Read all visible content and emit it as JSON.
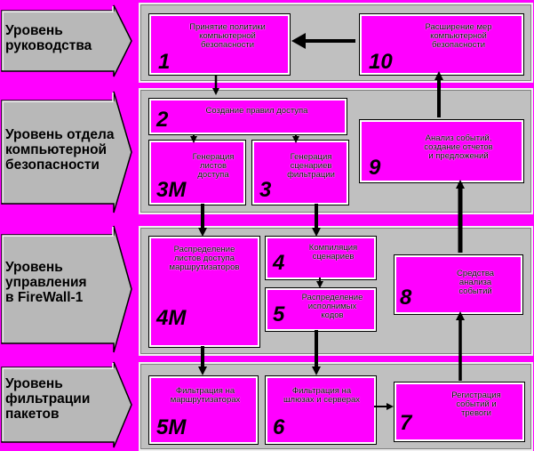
{
  "levels": [
    {
      "label": "Уровень\nруководства"
    },
    {
      "label": "Уровень отдела\nкомпьютерной\nбезопасности"
    },
    {
      "label": "Уровень\nуправления\nв FireWall-1"
    },
    {
      "label": "Уровень\nфильтрации\nпакетов"
    }
  ],
  "boxes": {
    "b1": {
      "num": "1",
      "text": "Принятие политики\nкомпьютерной\nбезопасности"
    },
    "b10": {
      "num": "10",
      "text": "Расширение мер\nкомпьютерной\nбезопасности"
    },
    "b2": {
      "num": "2",
      "text": "Создание правил доступа"
    },
    "b3m": {
      "num": "3М",
      "text": "Генерация\nлистов\nдоступа"
    },
    "b3": {
      "num": "3",
      "text": "Генерация\nсценариев\nфильтрации"
    },
    "b9": {
      "num": "9",
      "text": "Анализ событий,\nсоздание отчетов\nи предложений"
    },
    "b4m": {
      "num": "4М",
      "text": "Распределение\nлистов доступа\nмаршрутизаторов"
    },
    "b4": {
      "num": "4",
      "text": "Компиляция\nсценариев"
    },
    "b5": {
      "num": "5",
      "text": "Распределение\nисполнимых\nкодов"
    },
    "b8": {
      "num": "8",
      "text": "Средства\nанализа\nсобытий"
    },
    "b5m": {
      "num": "5М",
      "text": "Фильтрация на\nмаршрутизаторах"
    },
    "b6": {
      "num": "6",
      "text": "Фильтрация на\nшлюзах и серверах"
    },
    "b7": {
      "num": "7",
      "text": "Регистрация\nсобытий и\nтревоги"
    }
  }
}
